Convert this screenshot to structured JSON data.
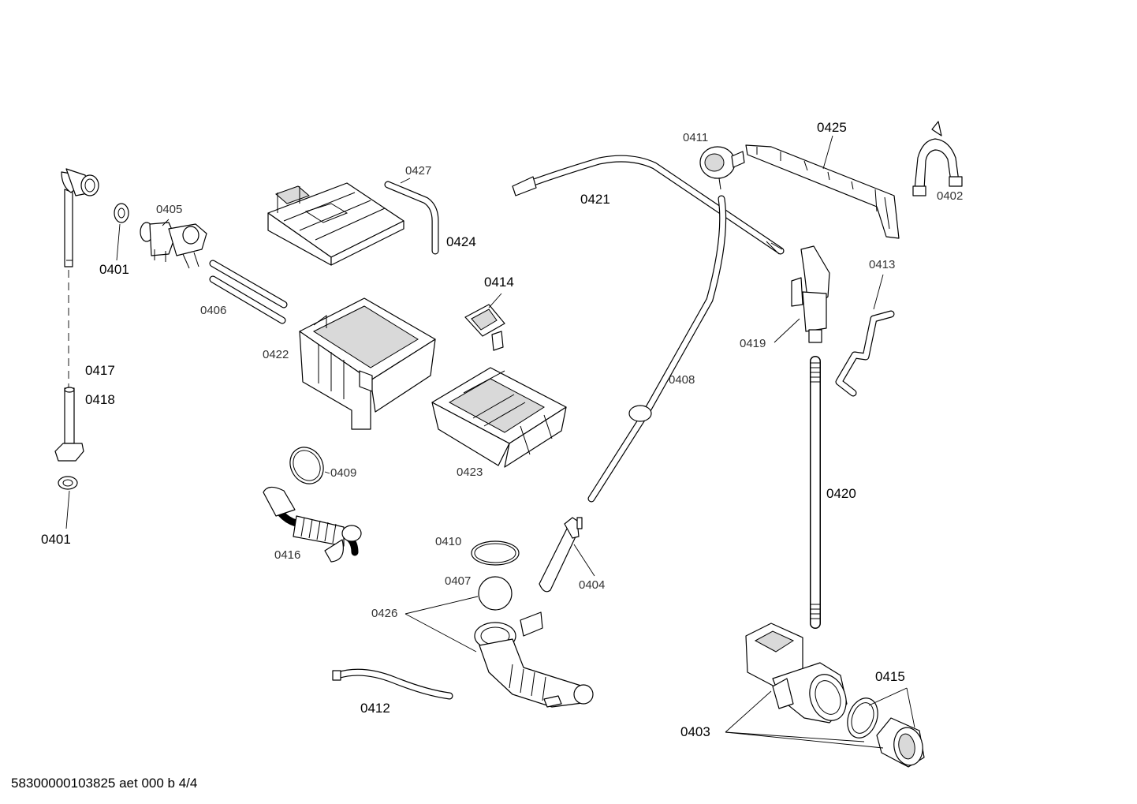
{
  "document_ref": "58300000103825 aet 000 b 4/4",
  "labels": {
    "p0401_top": "0401",
    "p0401_bottom": "0401",
    "p0402": "0402",
    "p0403": "0403",
    "p0404": "0404",
    "p0405": "0405",
    "p0406": "0406",
    "p0407": "0407",
    "p0408": "0408",
    "p0409": "0409",
    "p0410": "0410",
    "p0411": "0411",
    "p0412": "0412",
    "p0413": "0413",
    "p0414": "0414",
    "p0415": "0415",
    "p0416": "0416",
    "p0417": "0417",
    "p0418": "0418",
    "p0419": "0419",
    "p0420": "0420",
    "p0421": "0421",
    "p0422": "0422",
    "p0423": "0423",
    "p0424": "0424",
    "p0425": "0425",
    "p0426": "0426",
    "p0427": "0427"
  }
}
